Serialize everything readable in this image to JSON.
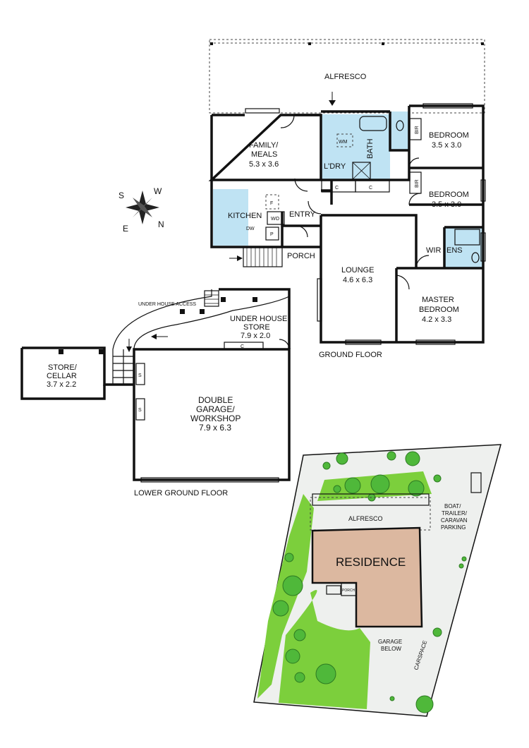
{
  "compass": {
    "n": "N",
    "s": "S",
    "e": "E",
    "w": "W"
  },
  "ground_floor": {
    "caption": "GROUND FLOOR",
    "alfresco": "ALFRESCO",
    "family": {
      "name": "FAMILY/",
      "name2": "MEALS",
      "dims": "5.3 x 3.6"
    },
    "kitchen": "KITCHEN",
    "fridge": "F",
    "wall_oven": "WO",
    "dishwasher": "DW",
    "pantry": "P",
    "laundry": "L'DRY",
    "washing_machine": "WM",
    "bath": "BATH",
    "cupboard": "C",
    "entry": "ENTRY",
    "porch": "PORCH",
    "bedroom1": {
      "name": "BEDROOM",
      "dims": "3.5 x 3.0"
    },
    "bedroom2": {
      "name": "BEDROOM",
      "dims": "3.5 x 3.0"
    },
    "bir": "BIR",
    "lounge": {
      "name": "LOUNGE",
      "dims": "4.6 x 6.3"
    },
    "master": {
      "name": "MASTER",
      "name2": "BEDROOM",
      "dims": "4.2 x 3.3"
    },
    "wir": "WIR",
    "ens": "ENS"
  },
  "lower_ground_floor": {
    "caption": "LOWER GROUND FLOOR",
    "under_house_access": "UNDER HOUSE ACCESS",
    "under_house_store": {
      "name": "UNDER HOUSE",
      "name2": "STORE",
      "dims": "7.9 x 2.0"
    },
    "store_cellar": {
      "name": "STORE/",
      "name2": "CELLAR",
      "dims": "3.7 x 2.2"
    },
    "garage": {
      "name": "DOUBLE",
      "name2": "GARAGE/",
      "name3": "WORKSHOP",
      "dims": "7.9 x 6.3"
    },
    "shelf": "S",
    "cupboard": "C"
  },
  "site_plan": {
    "residence": "RESIDENCE",
    "alfresco": "ALFRESCO",
    "porch": "PORCH",
    "garage_below": {
      "line1": "GARAGE",
      "line2": "BELOW"
    },
    "boat_parking": {
      "line1": "BOAT/",
      "line2": "TRAILER/",
      "line3": "CARAVAN",
      "line4": "PARKING"
    },
    "carspace": "CARSPACE"
  },
  "colors": {
    "wet_area": "#bfe3f3",
    "lawn": "#7ccf3c",
    "residence": "#dcb8a0",
    "tree": "#4fb83a"
  }
}
